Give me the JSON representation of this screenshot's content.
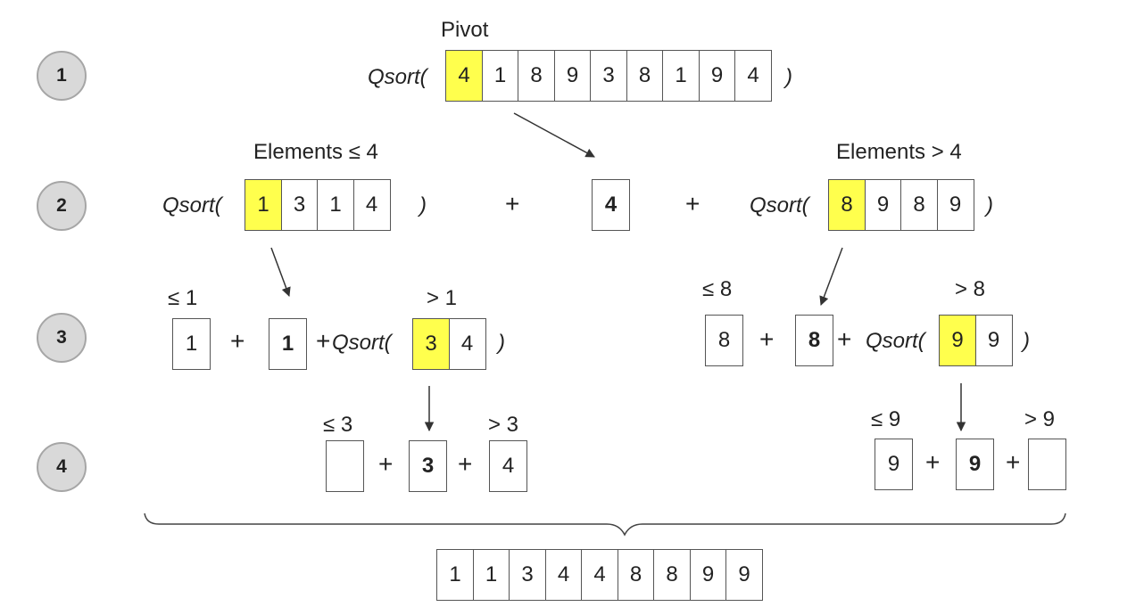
{
  "steps": [
    "1",
    "2",
    "3",
    "4"
  ],
  "labels": {
    "pivot": "Pivot",
    "elements_le_4": "Elements ≤ 4",
    "elements_gt_4": "Elements > 4",
    "le_1": "≤ 1",
    "gt_1": "> 1",
    "le_8": "≤ 8",
    "gt_8": "> 8",
    "le_3": "≤ 3",
    "gt_3": "> 3",
    "le_9": "≤ 9",
    "gt_9": "> 9"
  },
  "fn_name": "Qsort(",
  "close_paren": ")",
  "plus": "+",
  "row1": {
    "array": [
      "4",
      "1",
      "8",
      "9",
      "3",
      "8",
      "1",
      "9",
      "4"
    ]
  },
  "row2": {
    "left_array": [
      "1",
      "3",
      "1",
      "4"
    ],
    "pivot": "4",
    "right_array": [
      "8",
      "9",
      "8",
      "9"
    ]
  },
  "row3": {
    "left_le": "1",
    "left_pivot": "1",
    "left_array": [
      "3",
      "4"
    ],
    "right_le": "8",
    "right_pivot": "8",
    "right_array": [
      "9",
      "9"
    ]
  },
  "row4": {
    "left_le": "",
    "left_pivot": "3",
    "left_gt": "4",
    "right_le": "9",
    "right_pivot": "9",
    "right_gt": ""
  },
  "result": [
    "1",
    "1",
    "3",
    "4",
    "4",
    "8",
    "8",
    "9",
    "9"
  ],
  "colors": {
    "pivot_highlight": "#ffff4d",
    "step_circle_fill": "#d9d9d9",
    "step_circle_border": "#a6a6a6"
  }
}
